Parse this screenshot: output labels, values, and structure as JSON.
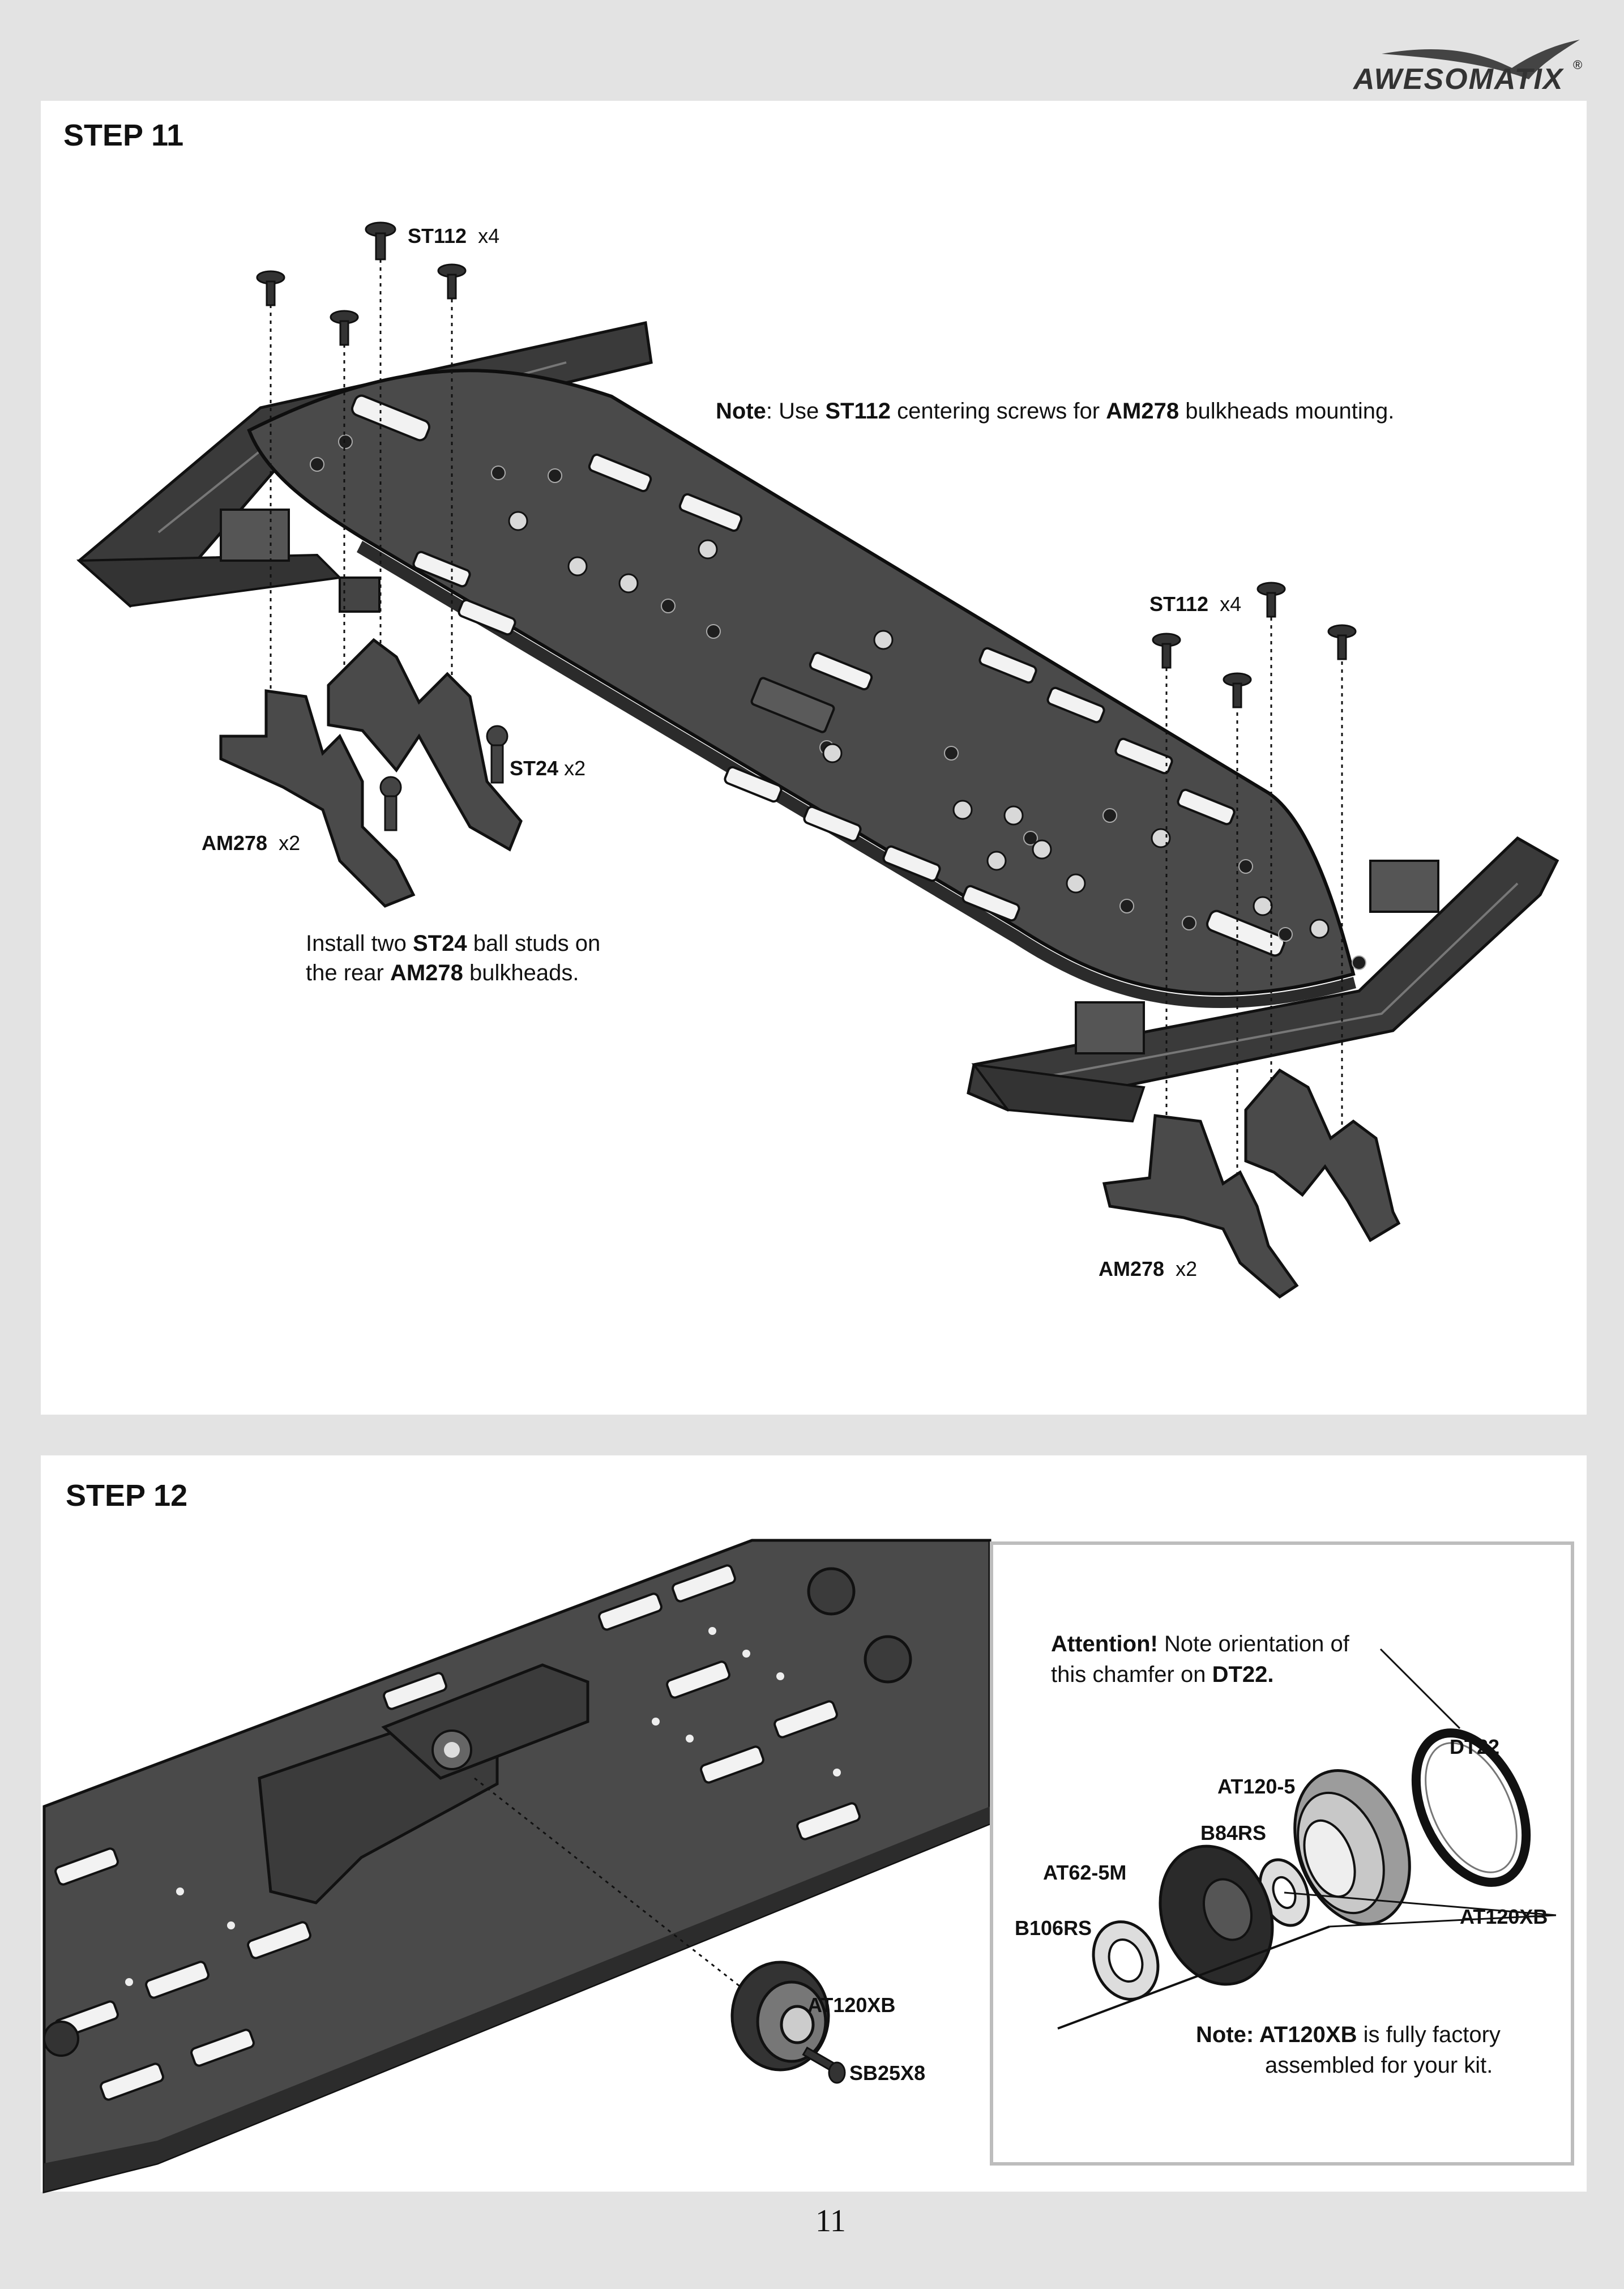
{
  "brand": {
    "logo_text": "AWESOMATIX",
    "registered": "®"
  },
  "page_number": "11",
  "step11": {
    "title": "STEP 11",
    "labels": {
      "st112_top_code": "ST112",
      "st112_top_qty": "x4",
      "st112_right_code": "ST112",
      "st112_right_qty": "x4",
      "st24_code": "ST24",
      "st24_qty": "x2",
      "am278_left_code": "AM278",
      "am278_left_qty": "x2",
      "am278_right_code": "AM278",
      "am278_right_qty": "x2"
    },
    "note": {
      "prefix": "Note",
      "t1": ": Use ",
      "b1": "ST112",
      "t2": " centering screws for ",
      "b2": "AM278",
      "t3": " bulkheads mounting."
    },
    "install": {
      "t1": "Install two ",
      "b1": "ST24",
      "t2": " ball studs on",
      "t3": "the rear ",
      "b2": "AM278",
      "t4": " bulkheads."
    }
  },
  "step12": {
    "title": "STEP 12",
    "main_labels": {
      "pulley": "AT120XB",
      "screw": "SB25X8"
    },
    "inset": {
      "attention_bold": "Attention!",
      "attention_t1": " Note orientation of",
      "attention_t2": "this chamfer on ",
      "attention_bold2": "DT22.",
      "parts": {
        "dt22": "DT22",
        "at120_5": "AT120-5",
        "b84rs": "B84RS",
        "at62_5m": "AT62-5M",
        "b106rs": "B106RS",
        "at120xb": "AT120XB"
      },
      "note_bold": "Note: AT120XB",
      "note_t1": " is fully factory",
      "note_t2": "assembled for your kit."
    }
  }
}
